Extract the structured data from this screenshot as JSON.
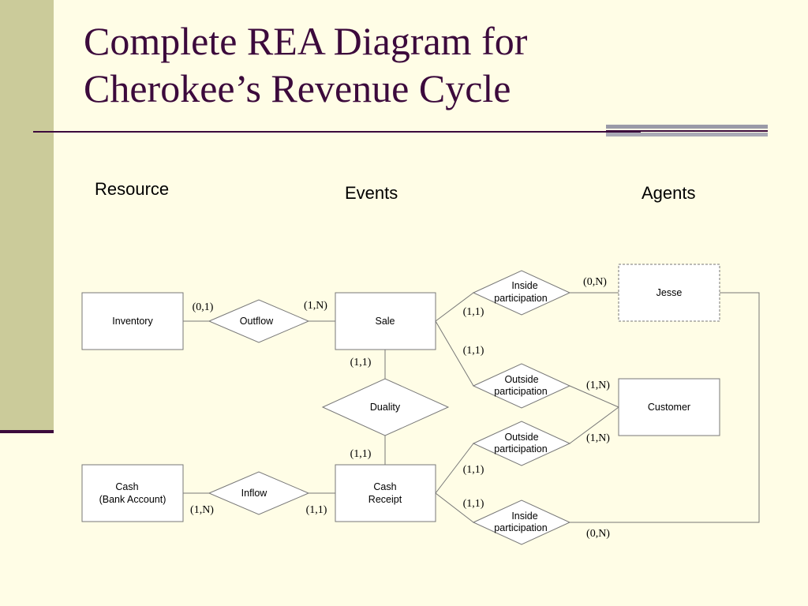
{
  "slide": {
    "title_line1": "Complete REA Diagram for",
    "title_line2": "Cherokee’s Revenue Cycle"
  },
  "columns": {
    "resource": "Resource",
    "events": "Events",
    "agents": "Agents"
  },
  "entities": {
    "inventory": "Inventory",
    "sale": "Sale",
    "jesse": "Jesse",
    "customer": "Customer",
    "cash_line1": "Cash",
    "cash_line2": "(Bank Account)",
    "cash_receipt_line1": "Cash",
    "cash_receipt_line2": "Receipt"
  },
  "relationships": {
    "outflow": "Outflow",
    "inflow": "Inflow",
    "duality": "Duality",
    "sale_inside_line1": "Inside",
    "sale_inside_line2": "participation",
    "sale_outside_line1": "Outside",
    "sale_outside_line2": "participation",
    "receipt_outside_line1": "Outside",
    "receipt_outside_line2": "participation",
    "receipt_inside_line1": "Inside",
    "receipt_inside_line2": "participation"
  },
  "cardinalities": {
    "inventory_outflow": "(0,1)",
    "sale_outflow": "(1,N)",
    "sale_duality": "(1,1)",
    "receipt_duality": "(1,1)",
    "cash_inflow": "(1,N)",
    "receipt_inflow": "(1,1)",
    "sale_inside": "(1,1)",
    "jesse_sale_inside": "(0,N)",
    "sale_outside": "(1,1)",
    "customer_sale_outside": "(1,N)",
    "customer_receipt_outside": "(1,N)",
    "receipt_outside": "(1,1)",
    "receipt_inside": "(1,1)",
    "jesse_receipt_inside": "(0,N)"
  }
}
